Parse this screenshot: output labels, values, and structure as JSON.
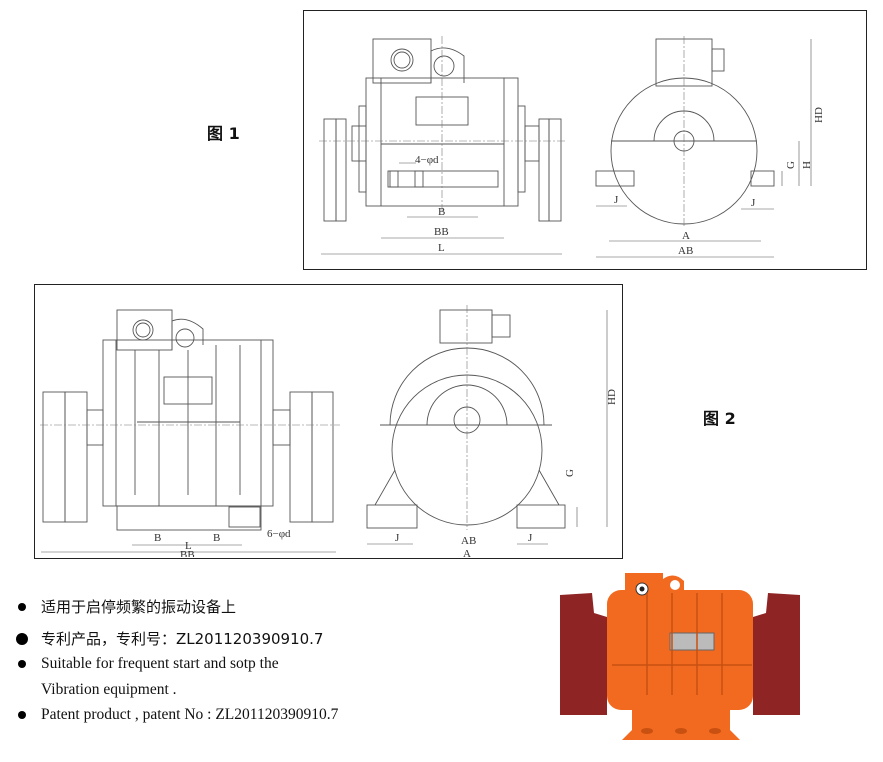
{
  "figure1": {
    "label": "图 1",
    "dims": {
      "phi": "4−φd",
      "B": "B",
      "BB": "BB",
      "L": "L",
      "J": "J",
      "A": "A",
      "AB": "AB",
      "HD": "HD",
      "H": "H",
      "G": "G"
    }
  },
  "figure2": {
    "label": "图 2",
    "dims": {
      "phi": "6−φd",
      "B": "B",
      "BB": "BB",
      "L": "L",
      "J": "J",
      "A": "A",
      "AB": "AB",
      "HD": "HD",
      "G": "G"
    }
  },
  "features": [
    {
      "text": "适用于启停频繁的振动设备上"
    },
    {
      "text": "专利产品，专利号：ZL201120390910.7"
    },
    {
      "text": "Suitable for frequent start and sotp the"
    },
    {
      "text": "Vibration equipment ."
    },
    {
      "text": "Patent product , patent No : ZL201120390910.7"
    }
  ],
  "colors": {
    "motor_body": "#f26a1f",
    "eccentric_weight": "#8e2424"
  }
}
